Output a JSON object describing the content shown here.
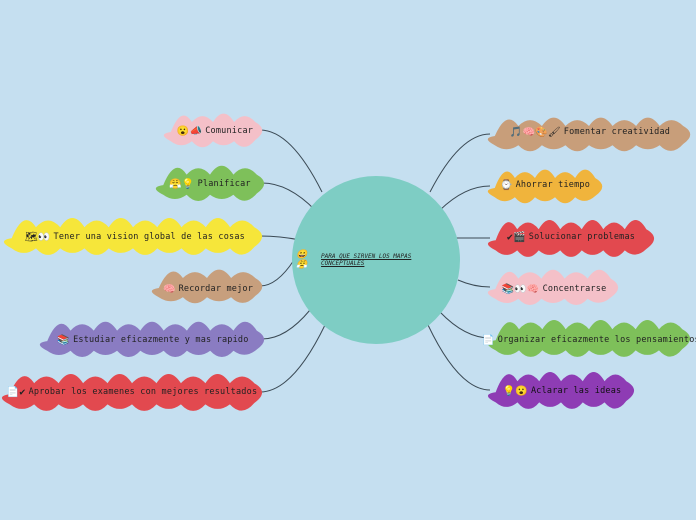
{
  "center": {
    "icons": "😀😤",
    "title": "PARA QUE SIRVEN LOS MAPAS CONCEPTUALES",
    "color": "#7ecdc4"
  },
  "left": [
    {
      "id": "comunicar",
      "icons": "😮📣",
      "label": "Comunicar",
      "color": "#f4c0c8"
    },
    {
      "id": "planificar",
      "icons": "😤💡",
      "label": "Planificar",
      "color": "#7ec05a"
    },
    {
      "id": "vision",
      "icons": "🗺👀",
      "label": "Tener una vision global de las cosas",
      "color": "#f6e63a"
    },
    {
      "id": "recordar",
      "icons": "🧠",
      "label": "Recordar mejor",
      "color": "#c79f7d"
    },
    {
      "id": "estudiar",
      "icons": "📚",
      "label": "Estudiar eficazmente y mas rapido",
      "color": "#8a7cc2"
    },
    {
      "id": "aprobar",
      "icons": "📄✔",
      "label": "Aprobar los examenes con mejores resultados",
      "color": "#e2494f"
    }
  ],
  "right": [
    {
      "id": "creatividad",
      "icons": "🎵🧠🎨🖌",
      "label": "Fomentar creatividad",
      "color": "#c89e7a"
    },
    {
      "id": "tiempo",
      "icons": "⌚",
      "label": "Ahorrar tiempo",
      "color": "#f0b43c"
    },
    {
      "id": "problemas",
      "icons": "✔🎬",
      "label": "Solucionar problemas",
      "color": "#e2494f"
    },
    {
      "id": "concentrarse",
      "icons": "📚👀🧠",
      "label": "Concentrarse",
      "color": "#f4c0c8"
    },
    {
      "id": "pensamientos",
      "icons": "📄",
      "label": "Organizar eficazmente los pensamientos",
      "color": "#7ec05a"
    },
    {
      "id": "ideas",
      "icons": "💡😮",
      "label": "Aclarar las ideas",
      "color": "#8e3cb4"
    }
  ]
}
